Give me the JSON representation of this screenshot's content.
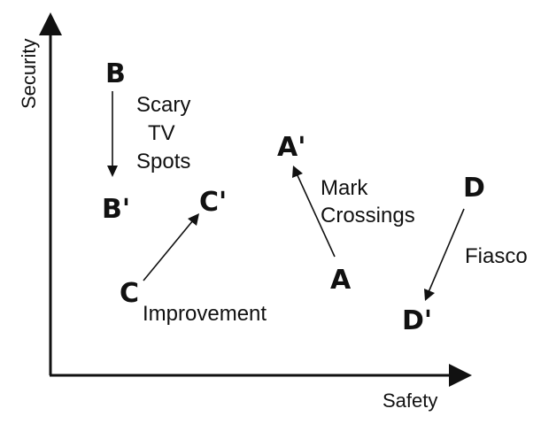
{
  "axes": {
    "x_label": "Safety",
    "y_label": "Security"
  },
  "points": {
    "A": "A",
    "A_prime": "A'",
    "B": "B",
    "B_prime": "B'",
    "C": "C",
    "C_prime": "C'",
    "D": "D",
    "D_prime": "D'"
  },
  "transitions": {
    "B_to_B_prime": {
      "label_lines": [
        "Scary",
        "TV",
        "Spots"
      ]
    },
    "C_to_C_prime": {
      "label": "Improvement"
    },
    "A_to_A_prime": {
      "label_lines": [
        "Mark",
        "Crossings"
      ]
    },
    "D_to_D_prime": {
      "label": "Fiasco"
    }
  },
  "colors": {
    "ink": "#111111",
    "background": "#ffffff"
  }
}
